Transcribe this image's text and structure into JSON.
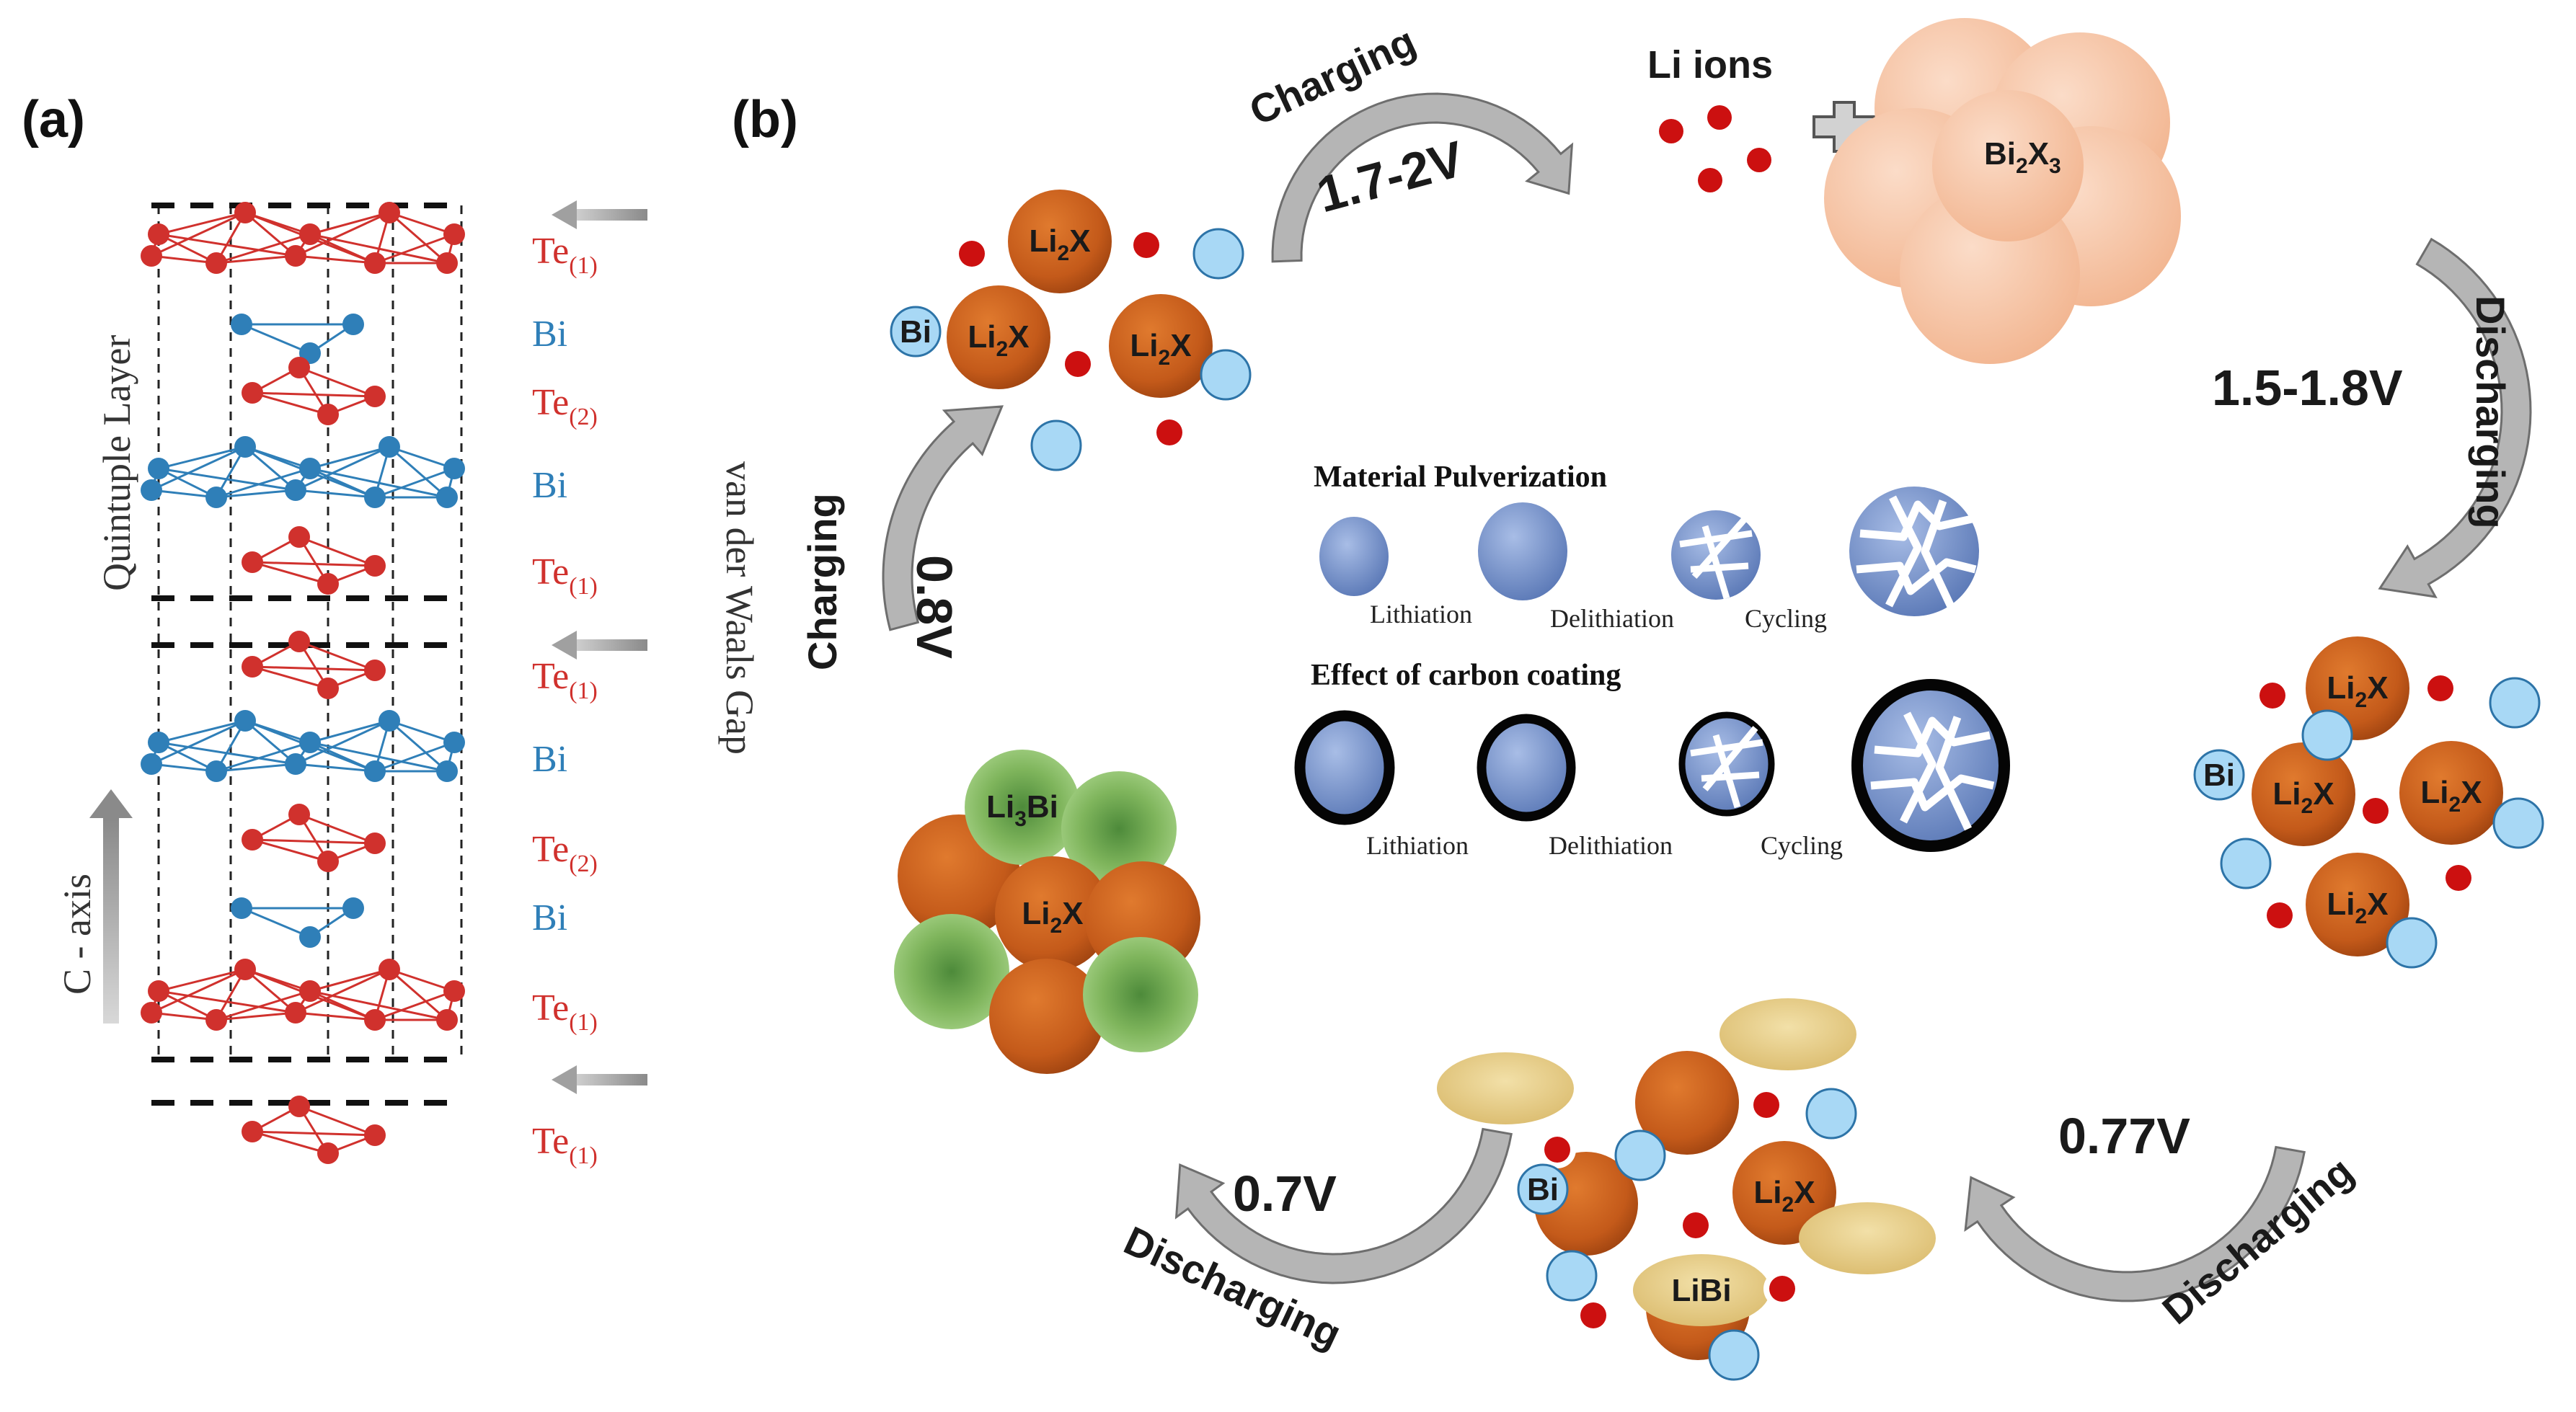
{
  "panel_a": {
    "label": "(a)",
    "layer_labels": [
      "Te(1)",
      "Bi",
      "Te(2)",
      "Bi",
      "Te(1)",
      "Te(1)",
      "Bi",
      "Te(2)",
      "Bi",
      "Te(1)",
      "Te(1)"
    ],
    "quintuple_layer_label": "Quintuple Layer",
    "c_axis_label": "C - axis",
    "vdw_gap_label": "van der Waals Gap"
  },
  "panel_b": {
    "label": "(b)",
    "li_ions_label": "Li ions",
    "bi2x3_label": "Bi2X3",
    "steps": [
      {
        "process": "Charging",
        "voltage": "1.7-2V"
      },
      {
        "process": "Discharging",
        "voltage": "1.5-1.8V"
      },
      {
        "process": "Discharging",
        "voltage": "0.77V"
      },
      {
        "process": "Discharging",
        "voltage": "0.7V"
      },
      {
        "process": "Charging",
        "voltage": "0.8V"
      }
    ],
    "cluster_labels": {
      "li2x": "Li2X",
      "bi": "Bi",
      "libi": "LiBi",
      "li3bi": "Li3Bi"
    },
    "inset": {
      "pulverization_title": "Material Pulverization",
      "carbon_title": "Effect of carbon coating",
      "captions": [
        "Lithiation",
        "Delithiation",
        "Cycling"
      ]
    }
  },
  "colors": {
    "te_red": "#d0312d",
    "bi_blue": "#2f7fb8",
    "li2x_orange": "#c45a1a",
    "li_ion_red": "#cc1010",
    "bi_light_blue": "#a8d8f5",
    "bi2x3_peach": "#f6c4a6",
    "li3bi_green": "#8fc06a",
    "libi_tan": "#e6cc82",
    "arrow_gray": "#a8a8a8",
    "inset_blue": "#6f8cc4"
  }
}
